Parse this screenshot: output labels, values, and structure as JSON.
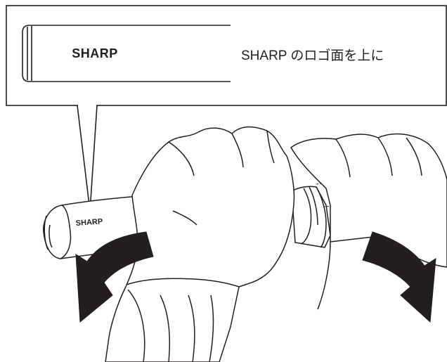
{
  "callout": {
    "brand": "SHARP",
    "instruction": "SHARP のロゴ面を上に"
  },
  "cylinder": {
    "brand": "SHARP"
  },
  "icons": {
    "left_arrow": "curved-arrow-down-left-icon",
    "right_arrow": "curved-arrow-down-right-icon"
  },
  "colors": {
    "line": "#231f20",
    "arrow": "#231f20",
    "background": "#ffffff"
  }
}
